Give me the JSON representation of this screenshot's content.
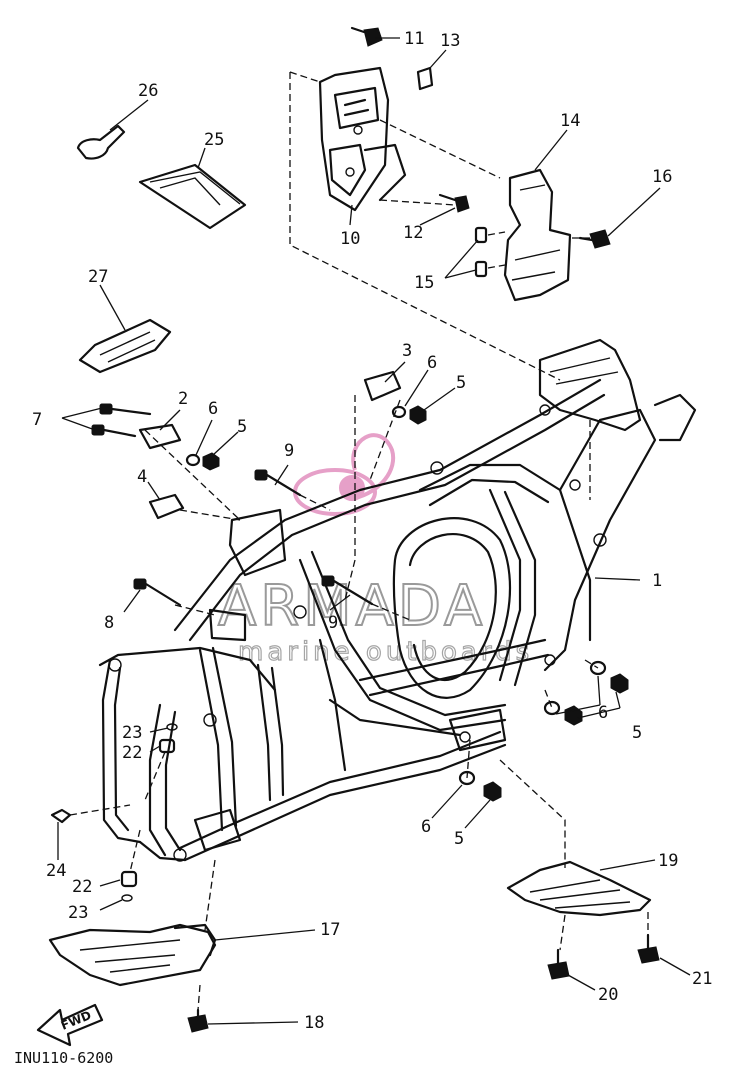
{
  "diagram": {
    "code": "INU110-6200",
    "direction_label": "FWD",
    "watermark": {
      "brand": "ARMADA",
      "tagline": "marine outboards",
      "color": "#e6a0c8"
    },
    "callouts": [
      {
        "id": "c1",
        "label": "1"
      },
      {
        "id": "c2",
        "label": "2"
      },
      {
        "id": "c3",
        "label": "3"
      },
      {
        "id": "c4",
        "label": "4"
      },
      {
        "id": "c5a",
        "label": "5"
      },
      {
        "id": "c5b",
        "label": "5"
      },
      {
        "id": "c5c",
        "label": "5"
      },
      {
        "id": "c5d",
        "label": "5"
      },
      {
        "id": "c6a",
        "label": "6"
      },
      {
        "id": "c6b",
        "label": "6"
      },
      {
        "id": "c6c",
        "label": "6"
      },
      {
        "id": "c6d",
        "label": "6"
      },
      {
        "id": "c7",
        "label": "7"
      },
      {
        "id": "c8",
        "label": "8"
      },
      {
        "id": "c9a",
        "label": "9"
      },
      {
        "id": "c9b",
        "label": "9"
      },
      {
        "id": "c10",
        "label": "10"
      },
      {
        "id": "c11",
        "label": "11"
      },
      {
        "id": "c12",
        "label": "12"
      },
      {
        "id": "c13",
        "label": "13"
      },
      {
        "id": "c14",
        "label": "14"
      },
      {
        "id": "c15",
        "label": "15"
      },
      {
        "id": "c16",
        "label": "16"
      },
      {
        "id": "c17",
        "label": "17"
      },
      {
        "id": "c18",
        "label": "18"
      },
      {
        "id": "c19",
        "label": "19"
      },
      {
        "id": "c20",
        "label": "20"
      },
      {
        "id": "c21",
        "label": "21"
      },
      {
        "id": "c22a",
        "label": "22"
      },
      {
        "id": "c22b",
        "label": "22"
      },
      {
        "id": "c23a",
        "label": "23"
      },
      {
        "id": "c23b",
        "label": "23"
      },
      {
        "id": "c24",
        "label": "24"
      },
      {
        "id": "c25",
        "label": "25"
      },
      {
        "id": "c26",
        "label": "26"
      },
      {
        "id": "c27",
        "label": "27"
      }
    ]
  }
}
